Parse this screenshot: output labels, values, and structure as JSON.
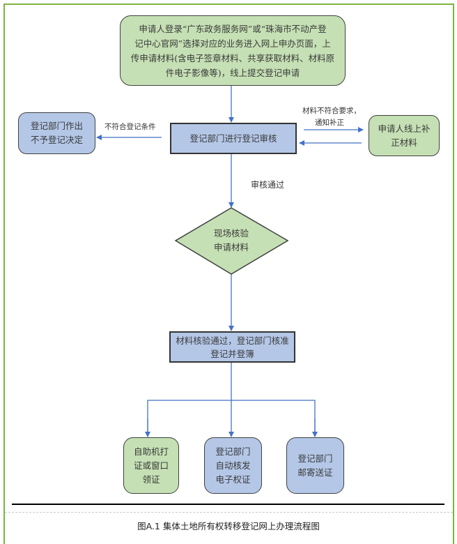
{
  "diagram": {
    "nodes": {
      "submit_online": {
        "lines": [
          "申请人登录“广东政务服务网”或“珠海市不动产登",
          "记中心官网”选择对应的业务进入网上申办页面，上",
          "传申请材料(含电子签章材料、共享获取材料、材料原",
          "件电子影像等)，线上提交登记申请"
        ],
        "shape": "rounded-rect",
        "color": "#c5e0b4"
      },
      "registry_review": {
        "lines": [
          "登记部门进行登记审核"
        ],
        "shape": "rect",
        "color": "#b4c7e7"
      },
      "reject_decision": {
        "lines": [
          "登记部门作出",
          "不予登记决定"
        ],
        "shape": "rounded-rect",
        "color": "#b4c7e7"
      },
      "supplement_materials": {
        "lines": [
          "申请人线上补",
          "正材料"
        ],
        "shape": "rounded-rect",
        "color": "#c5e0b4"
      },
      "onsite_verification": {
        "lines": [
          "现场核验",
          "申请材料"
        ],
        "shape": "diamond",
        "color": "#c5e0b4"
      },
      "approve_register": {
        "lines": [
          "材料核验通过，登记部门核准",
          "登记并登簿"
        ],
        "shape": "rect",
        "color": "#b4c7e7"
      },
      "self_service_print": {
        "lines": [
          "自助机打",
          "证或窗口",
          "领证"
        ],
        "shape": "rounded-rect",
        "color": "#c5e0b4"
      },
      "electronic_certificate": {
        "lines": [
          "登记部门",
          "自动核发",
          "电子权证"
        ],
        "shape": "rounded-rect",
        "color": "#b4c7e7"
      },
      "mail_certificate": {
        "lines": [
          "登记部门",
          "邮寄送证"
        ],
        "shape": "rounded-rect",
        "color": "#b4c7e7"
      }
    },
    "edge_labels": {
      "not_qualified": "不符合登记条件",
      "materials_insufficient_1": "材料不符合要求，",
      "materials_insufficient_2": "通知补正",
      "review_passed": "审核通过"
    },
    "edges": [
      {
        "from": "submit_online",
        "to": "registry_review"
      },
      {
        "from": "registry_review",
        "to": "reject_decision",
        "label": "不符合登记条件"
      },
      {
        "from": "registry_review",
        "to": "supplement_materials",
        "label": "材料不符合要求，通知补正"
      },
      {
        "from": "supplement_materials",
        "to": "registry_review"
      },
      {
        "from": "registry_review",
        "to": "onsite_verification",
        "label": "审核通过"
      },
      {
        "from": "onsite_verification",
        "to": "approve_register"
      },
      {
        "from": "approve_register",
        "to": "self_service_print"
      },
      {
        "from": "approve_register",
        "to": "electronic_certificate"
      },
      {
        "from": "approve_register",
        "to": "mail_certificate"
      }
    ],
    "colors": {
      "edge": "#4472c4",
      "frame": "#7cb342",
      "node_border": "#404040"
    }
  },
  "caption": "图A.1 集体土地所有权转移登记网上办理流程图"
}
